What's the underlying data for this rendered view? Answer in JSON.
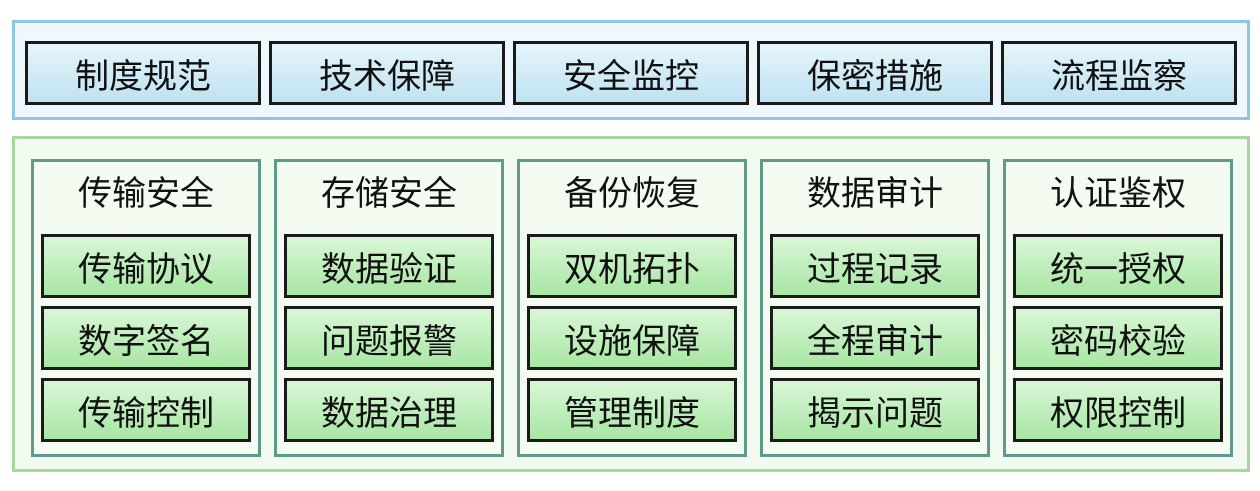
{
  "top_items": [
    "制度规范",
    "技术保障",
    "安全监控",
    "保密措施",
    "流程监察"
  ],
  "columns": [
    {
      "title": "传输安全",
      "items": [
        "传输协议",
        "数字签名",
        "传输控制"
      ]
    },
    {
      "title": "存储安全",
      "items": [
        "数据验证",
        "问题报警",
        "数据治理"
      ]
    },
    {
      "title": "备份恢复",
      "items": [
        "双机拓扑",
        "设施保障",
        "管理制度"
      ]
    },
    {
      "title": "数据审计",
      "items": [
        "过程记录",
        "全程审计",
        "揭示问题"
      ]
    },
    {
      "title": "认证鉴权",
      "items": [
        "统一授权",
        "密码校验",
        "权限控制"
      ]
    }
  ],
  "colors": {
    "top_band_border": "#8cc8e6",
    "top_box_fill": "#bfe2f1",
    "bottom_panel_border": "#a9d7a0",
    "column_border": "#5f9a8c",
    "item_fill": "#a8e6a4"
  }
}
